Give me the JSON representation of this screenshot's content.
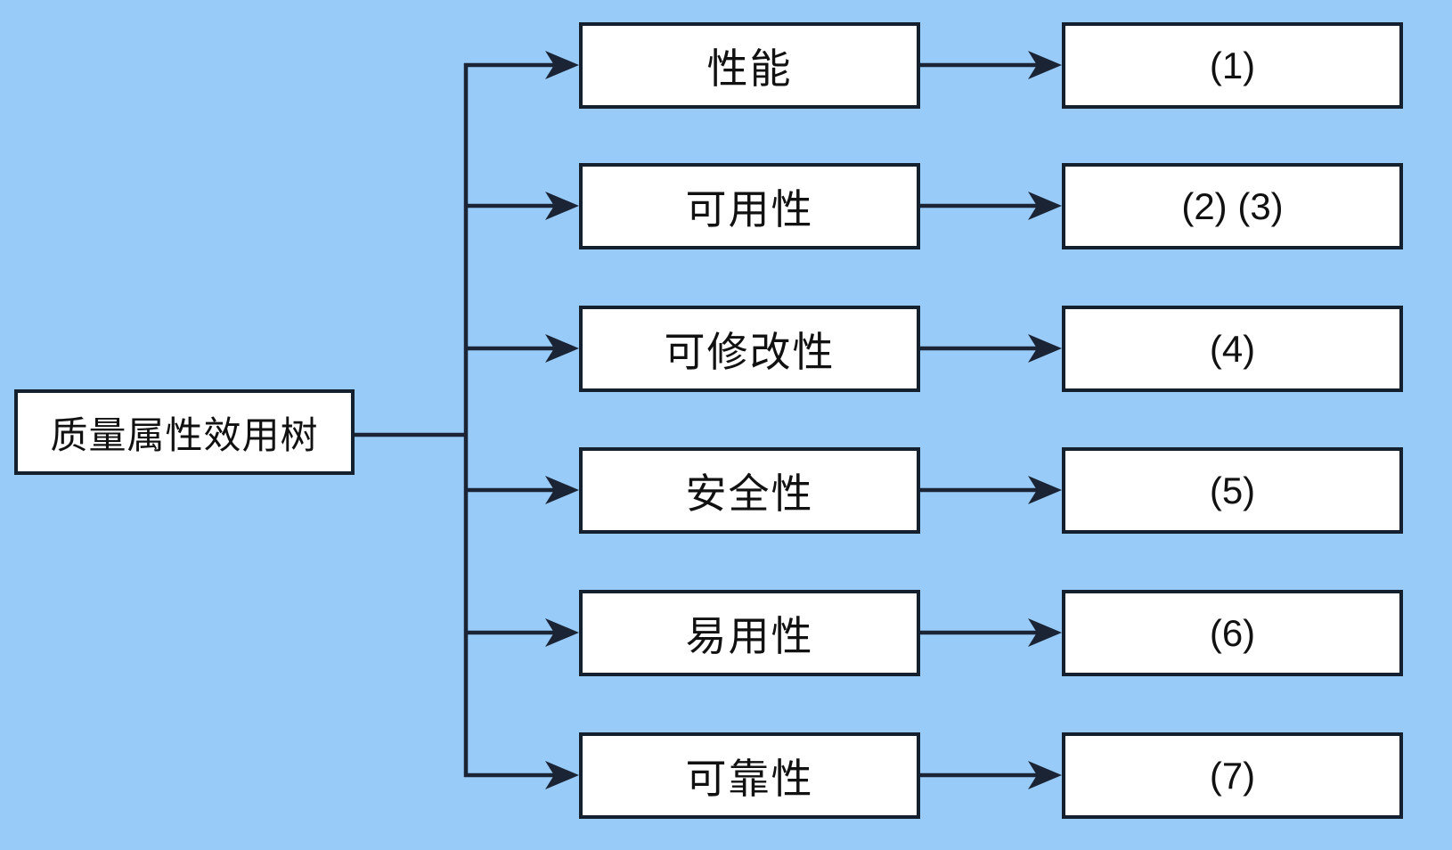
{
  "diagram": {
    "type": "flowchart",
    "root": {
      "label": "质量属性效用树"
    },
    "rows": [
      {
        "attribute": "性能",
        "ref": "(1)"
      },
      {
        "attribute": "可用性",
        "ref": "(2) (3)"
      },
      {
        "attribute": "可修改性",
        "ref": "(4)"
      },
      {
        "attribute": "安全性",
        "ref": "(5)"
      },
      {
        "attribute": "易用性",
        "ref": "(6)"
      },
      {
        "attribute": "可靠性",
        "ref": "(7)"
      }
    ],
    "colors": {
      "background": "#99cbf9",
      "line": "#1b2434",
      "box_fill": "#ffffff",
      "box_border": "#15202e",
      "text": "#111111"
    }
  }
}
